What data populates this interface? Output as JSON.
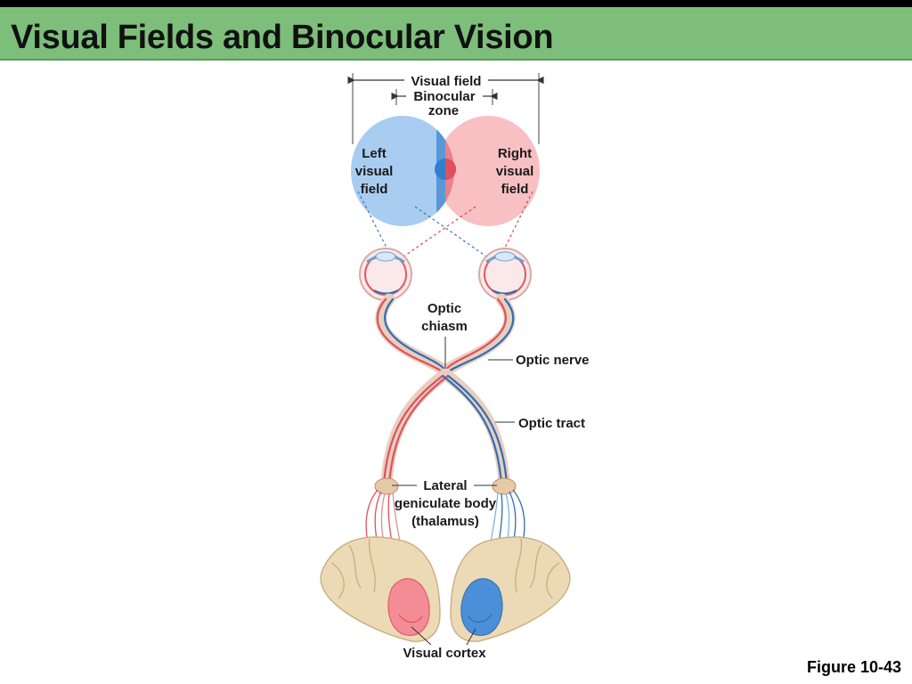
{
  "slide": {
    "title": "Visual Fields and Binocular Vision",
    "figure_label": "Figure 10-43"
  },
  "diagram": {
    "labels": {
      "visual_field": "Visual field",
      "binocular_zone_1": "Binocular",
      "binocular_zone_2": "zone",
      "left_field_1": "Left",
      "left_field_2": "visual",
      "left_field_3": "field",
      "right_field_1": "Right",
      "right_field_2": "visual",
      "right_field_3": "field",
      "optic_chiasm_1": "Optic",
      "optic_chiasm_2": "chiasm",
      "optic_nerve": "Optic nerve",
      "optic_tract": "Optic tract",
      "lgb_1": "Lateral",
      "lgb_2": "geniculate body",
      "lgb_3": "(thalamus)",
      "visual_cortex": "Visual cortex"
    },
    "colors": {
      "title_band": "#7dbf7a",
      "left_field": "#7fb2e5",
      "right_field": "#f4a3a8",
      "binocular_left": "#4b8fd4",
      "binocular_right": "#ea7580",
      "left_pathway": "#2f6db5",
      "right_pathway": "#e0505a",
      "brain_tissue": "#ead5b0"
    }
  }
}
